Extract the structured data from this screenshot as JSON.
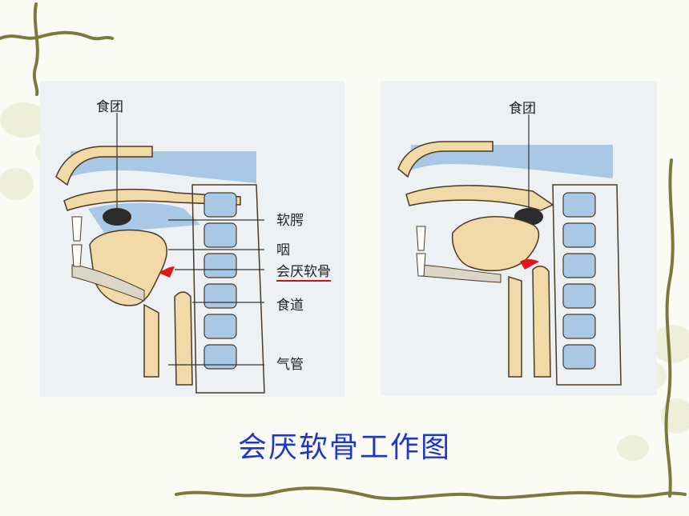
{
  "slide": {
    "caption": "会厌软骨工作图"
  },
  "left_diagram": {
    "labels": {
      "food_bolus": "食团",
      "soft_palate": "软腭",
      "pharynx": "咽",
      "epiglottis": "会厌软骨",
      "esophagus": "食道",
      "trachea": "气管"
    }
  },
  "right_diagram": {
    "labels": {
      "food_bolus": "食团"
    }
  },
  "colors": {
    "caption": "#1f37c8",
    "epiglottis_highlight": "#e01818",
    "underline": "#cc1111",
    "bone": "#f1d9a8",
    "cavity": "#a9c8e6",
    "vine": "#7b7a3e"
  }
}
